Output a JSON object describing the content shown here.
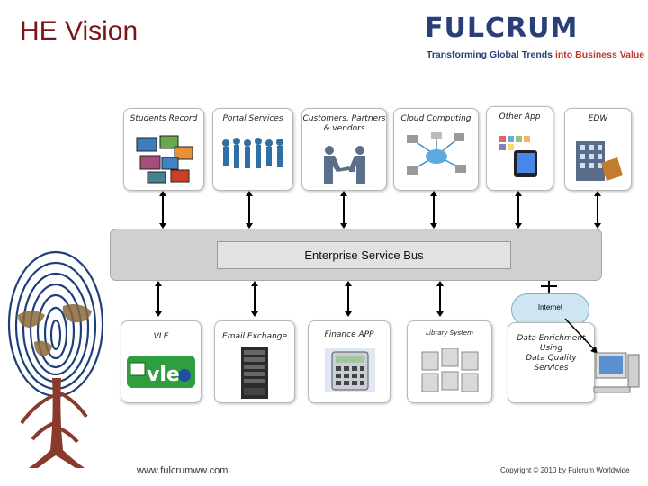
{
  "slide": {
    "title": "HE Vision",
    "logo": {
      "word": "FULCRUM",
      "tagline_main": "Transforming Global Trends ",
      "tagline_accent": "into Business Value"
    },
    "top_systems": [
      {
        "label": "Students Record",
        "icon": "monitor-collage-icon"
      },
      {
        "label": "Portal Services",
        "icon": "people-silhouettes-icon"
      },
      {
        "label": "Customers, Partners & vendors",
        "icon": "handshake-icon"
      },
      {
        "label": "Cloud Computing",
        "icon": "cloud-network-icon"
      },
      {
        "label": "Other App",
        "icon": "smartphone-apps-icon"
      },
      {
        "label": "EDW",
        "icon": "warehouse-building-icon"
      }
    ],
    "bus": {
      "label": "Enterprise Service Bus"
    },
    "bottom_systems": [
      {
        "label": "VLE",
        "icon": "vle-logo-icon",
        "logo_text": "vle"
      },
      {
        "label": "Email Exchange",
        "icon": "server-rack-icon"
      },
      {
        "label": "Finance APP",
        "icon": "calculator-icon"
      },
      {
        "label": "Library System",
        "icon": "book-stacks-icon"
      }
    ],
    "internet": {
      "label": "Internet"
    },
    "data_services": {
      "lines": [
        "Data Enrichment",
        "Using",
        "Data Quality",
        "Services"
      ]
    },
    "footer": {
      "url": "www.fulcrumww.com",
      "copyright": "Copyright © 2010 by Fulcrum Worldwide"
    },
    "colors": {
      "title": "#7a1518",
      "brand_blue": "#2a3f7a",
      "brand_gold": "#c48a2a",
      "bus_fill": "#d0d0d0"
    }
  }
}
